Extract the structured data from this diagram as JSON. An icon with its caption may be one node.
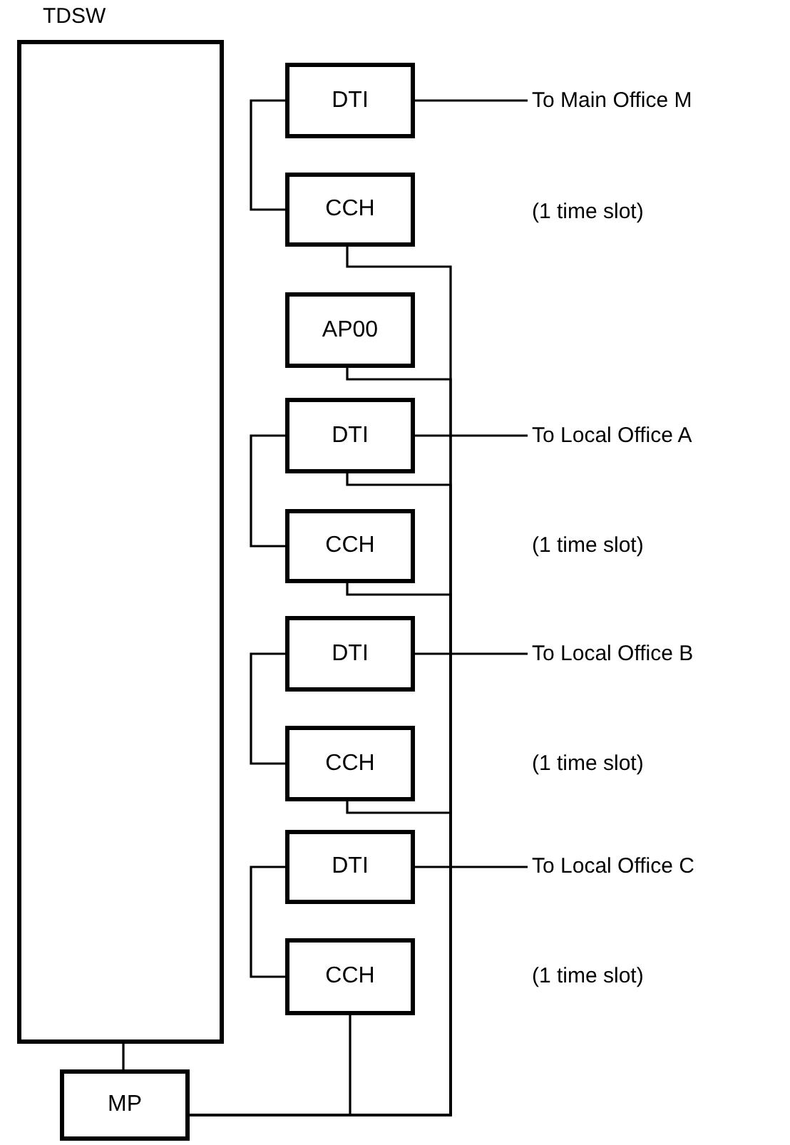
{
  "diagram": {
    "nodes": [
      {
        "text": [
          "TDSW"
        ]
      },
      {
        "text": [
          "DTI"
        ]
      },
      {
        "text": [
          "CCH"
        ]
      },
      {
        "text": [
          "To Main Office M"
        ]
      },
      {
        "text": [
          "AP00"
        ]
      },
      {
        "text": [
          "DTI"
        ]
      },
      {
        "text": [
          "CCH"
        ]
      },
      {
        "text": [
          "To Local Office A"
        ]
      },
      {
        "text": [
          "DTI"
        ]
      },
      {
        "text": [
          "CCH"
        ]
      },
      {
        "text": [
          "To Local Office B"
        ]
      },
      {
        "text": [
          "DTI"
        ]
      },
      {
        "text": [
          "CCH"
        ]
      },
      {
        "text": [
          "To Local Office C"
        ]
      },
      {
        "text": [
          "MP"
        ]
      }
    ],
    "edges": [
      {
        "from": 1,
        "to": 2,
        "arrow": "none"
      },
      {
        "from": 1,
        "to": 3,
        "arrow": "none"
      },
      {
        "from": 2,
        "to": 14,
        "arrow": "none"
      },
      {
        "from": 4,
        "to": 14,
        "arrow": "none"
      },
      {
        "from": 5,
        "to": 6,
        "arrow": "none"
      },
      {
        "from": 5,
        "to": 7,
        "arrow": "none"
      },
      {
        "from": 5,
        "to": 14,
        "arrow": "none"
      },
      {
        "from": 6,
        "to": 14,
        "arrow": "none"
      },
      {
        "from": 8,
        "to": 9,
        "arrow": "none"
      },
      {
        "from": 8,
        "to": 10,
        "arrow": "none"
      },
      {
        "from": 9,
        "to": 14,
        "arrow": "none"
      },
      {
        "from": 11,
        "to": 12,
        "arrow": "none"
      },
      {
        "from": 11,
        "to": 13,
        "arrow": "none"
      },
      {
        "from": 12,
        "to": 14,
        "arrow": "none"
      },
      {
        "from": 0,
        "to": 14,
        "arrow": "none"
      }
    ],
    "labels": [
      "(1 time slot)",
      "(1 time slot)",
      "(1 time slot)",
      "(1 time slot)"
    ]
  }
}
